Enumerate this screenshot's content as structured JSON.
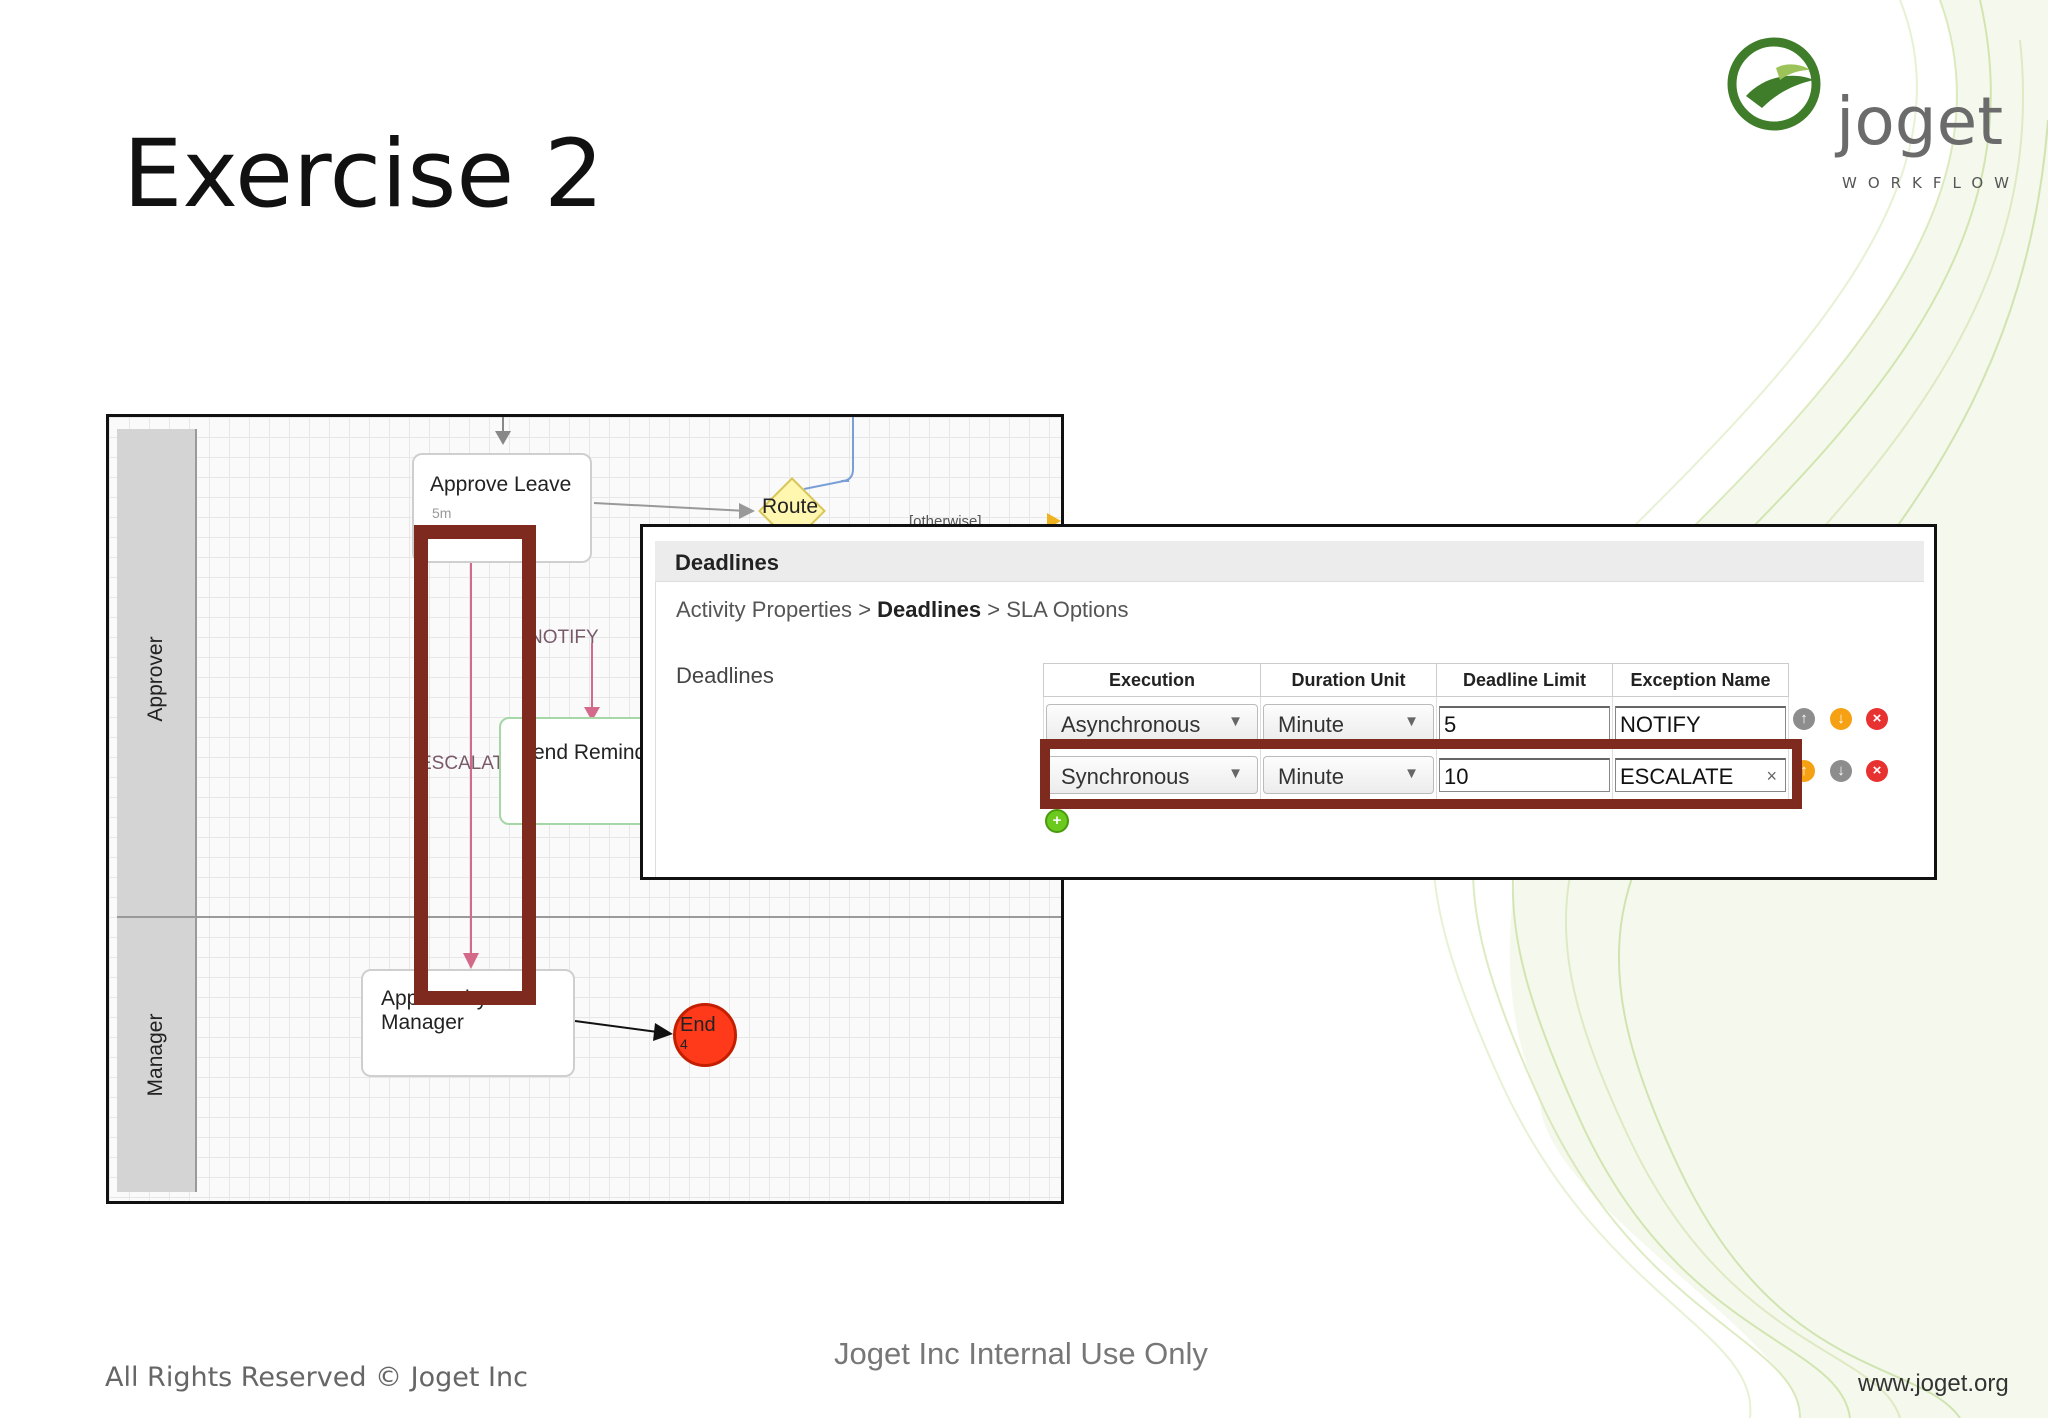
{
  "slide": {
    "title": "Exercise 2",
    "logo_word": "joget",
    "logo_sub": "WORKFLOW",
    "footer_left": "All Rights Reserved © Joget Inc",
    "footer_center": "Joget Inc Internal Use Only",
    "footer_right": "www.joget.org"
  },
  "diagram": {
    "lanes": [
      "Approver",
      "Manager"
    ],
    "nodes": {
      "approve_leave": "Approve Leave",
      "approve_leave_sub": "5m",
      "route": "Route",
      "otherwise": "[otherwise]",
      "notify": "NOTIFY",
      "send_reminder": "end Remind",
      "escalate": "ESCALATE",
      "approve_by_manager_line1": "Approve by",
      "approve_by_manager_line2": "Manager",
      "end": "End",
      "end_sub": "4"
    }
  },
  "panel": {
    "title": "Deadlines",
    "breadcrumb": {
      "part1": "Activity Properties",
      "sep": ">",
      "part2": "Deadlines",
      "part3": "SLA Options"
    },
    "label": "Deadlines",
    "columns": [
      "Execution",
      "Duration Unit",
      "Deadline Limit",
      "Exception Name"
    ],
    "rows": [
      {
        "execution": "Asynchronous",
        "unit": "Minute",
        "limit": "5",
        "exception": "NOTIFY"
      },
      {
        "execution": "Synchronous",
        "unit": "Minute",
        "limit": "10",
        "exception": "ESCALATE",
        "clear": "×"
      }
    ],
    "icons": {
      "up": "arrow-up-icon",
      "down": "arrow-down-icon",
      "remove": "remove-icon",
      "add": "add-icon"
    },
    "caret": "▼"
  },
  "colors": {
    "highlight": "#7f2a1f",
    "end_node": "#ff3a1a",
    "escalation_arrow": "#d36a8a",
    "logo_green": "#3f7d2a"
  }
}
